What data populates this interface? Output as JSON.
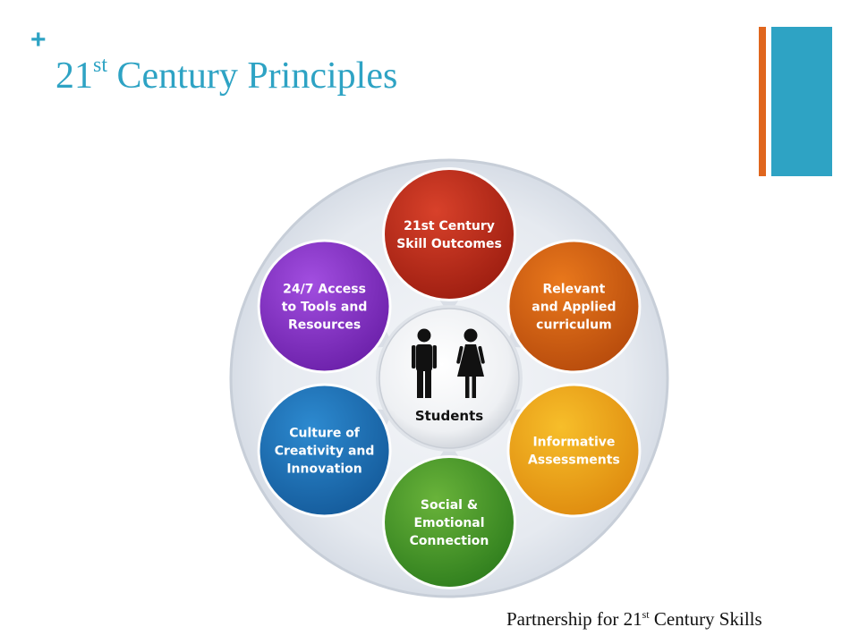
{
  "slide": {
    "plus_sign": "+",
    "title": {
      "text": "21",
      "sup": "st",
      "rest": " Century Principles"
    },
    "credit": {
      "text": "Partnership for 21",
      "sup": "st",
      "rest": " Century Skills"
    },
    "colors": {
      "accent_blue": "#2ea3c4",
      "accent_orange": "#e0661e"
    }
  },
  "diagram": {
    "center": {
      "label": "Students",
      "icon": "male-female-people-icon"
    },
    "nodes": [
      {
        "id": "skill-outcomes",
        "lines": [
          "21st Century",
          "Skill Outcomes"
        ],
        "color_light": "#d8412a",
        "color_dark": "#9c1d10"
      },
      {
        "id": "relevant-curriculum",
        "lines": [
          "Relevant",
          "and Applied",
          "curriculum"
        ],
        "color_light": "#e9781c",
        "color_dark": "#b64a0c"
      },
      {
        "id": "informative-assessments",
        "lines": [
          "Informative",
          "Assessments"
        ],
        "color_light": "#f7be2a",
        "color_dark": "#de8a0e"
      },
      {
        "id": "social-emotional",
        "lines": [
          "Social &",
          "Emotional",
          "Connection"
        ],
        "color_light": "#69b33a",
        "color_dark": "#2e7d1d"
      },
      {
        "id": "culture-creativity",
        "lines": [
          "Culture of",
          "Creativity and",
          "Innovation"
        ],
        "color_light": "#2d8ad0",
        "color_dark": "#145a9a"
      },
      {
        "id": "access-tools",
        "lines": [
          "24/7 Access",
          "to Tools and",
          "Resources"
        ],
        "color_light": "#a24ee0",
        "color_dark": "#6a1fa8"
      }
    ]
  }
}
